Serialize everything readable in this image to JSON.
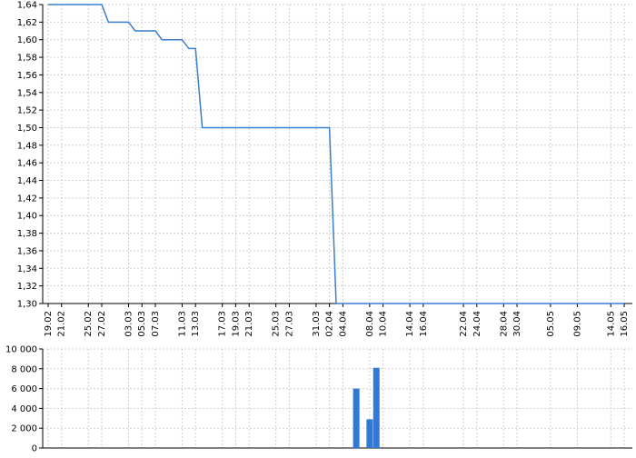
{
  "chart_data": [
    {
      "type": "line",
      "name": "price",
      "x_labels": [
        "19.02",
        "21.02",
        "25.02",
        "27.02",
        "03.03",
        "05.03",
        "07.03",
        "11.03",
        "13.03",
        "17.03",
        "19.03",
        "21.03",
        "25.03",
        "27.03",
        "31.03",
        "02.04",
        "04.04",
        "08.04",
        "10.04",
        "14.04",
        "16.04",
        "22.04",
        "24.04",
        "28.04",
        "30.04",
        "05.05",
        "09.05",
        "14.05",
        "16.05"
      ],
      "ylim": [
        1.3,
        1.64
      ],
      "y_ticks": [
        "1,30",
        "1,32",
        "1,34",
        "1,36",
        "1,38",
        "1,40",
        "1,42",
        "1,44",
        "1,46",
        "1,48",
        "1,50",
        "1,52",
        "1,54",
        "1,56",
        "1,58",
        "1,60",
        "1,62",
        "1,64"
      ],
      "series": [
        {
          "color": "#3a7fd0",
          "points": [
            [
              "19.02",
              1.64
            ],
            [
              "27.02",
              1.64
            ],
            [
              "28.02",
              1.62
            ],
            [
              "03.03",
              1.62
            ],
            [
              "04.03",
              1.61
            ],
            [
              "05.03",
              1.61
            ],
            [
              "06.03",
              1.61
            ],
            [
              "07.03",
              1.61
            ],
            [
              "08.03",
              1.6
            ],
            [
              "11.03",
              1.6
            ],
            [
              "12.03",
              1.59
            ],
            [
              "13.03",
              1.59
            ],
            [
              "14.03",
              1.5
            ],
            [
              "02.04",
              1.5
            ],
            [
              "03.04",
              1.3
            ],
            [
              "16.05",
              1.3
            ]
          ]
        }
      ],
      "grid": true
    },
    {
      "type": "bar",
      "name": "volume",
      "ylim": [
        0,
        10000
      ],
      "y_ticks": [
        "0",
        "2 000",
        "4 000",
        "6 000",
        "8 000",
        "10 000"
      ],
      "bars": [
        {
          "x": "06.04",
          "value": 6000
        },
        {
          "x": "08.04",
          "value": 2900
        },
        {
          "x": "09.04",
          "value": 8100
        }
      ],
      "color": "#2f7ad6",
      "grid": true
    }
  ]
}
